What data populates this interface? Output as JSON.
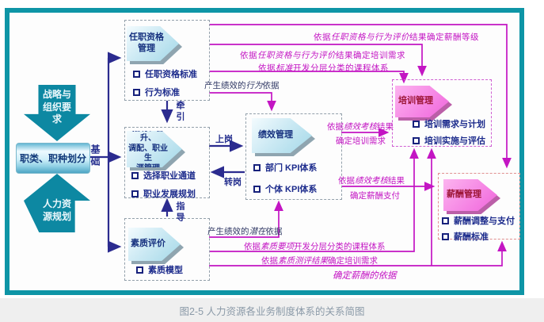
{
  "caption": "图2-5 人力资源各业务制度体系的关系简图",
  "left_flow": {
    "strategy_arrow": "战略与\n组织要\n求",
    "job_division": "职类、职种划分",
    "hr_planning": "人力资\n源规划",
    "foundation_label": "基础"
  },
  "boxes": {
    "qualification": {
      "title": "任职资格\n管理",
      "items": [
        "任职资格标准",
        "行为标准"
      ]
    },
    "recruitment": {
      "title": "招聘、晋升、\n调配、职业生\n涯管理",
      "items": [
        "选择职业通道",
        "职业发展规划"
      ]
    },
    "competency": {
      "title": "素质评价",
      "items": [
        "素质模型"
      ]
    },
    "performance": {
      "title": "绩效管理",
      "items": [
        "部门 KPI体系",
        "个体 KPI体系"
      ]
    },
    "training": {
      "title": "培训管理",
      "items": [
        "培训需求与计划",
        "培训实施与评估"
      ]
    },
    "compensation": {
      "title": "薪酬管理",
      "items": [
        "薪酬调整与支付",
        "薪酬标准"
      ]
    }
  },
  "connector_labels": {
    "qianyin": "牵引",
    "zhidao": "指导",
    "shanggang": "上岗",
    "zhuangang": "转岗"
  },
  "edge_labels": {
    "to_salary_grade": {
      "runs": [
        {
          "t": "依据"
        },
        {
          "t": "任职资格与行为评价",
          "i": true
        },
        {
          "t": "结果确定薪酬等级"
        }
      ]
    },
    "to_training_needs": {
      "runs": [
        {
          "t": "依据"
        },
        {
          "t": "任职资格与行为评价",
          "i": true
        },
        {
          "t": "结果确定培训需求"
        }
      ]
    },
    "to_course_system": {
      "runs": [
        {
          "t": "依据"
        },
        {
          "t": "标准",
          "i": true
        },
        {
          "t": "开发分层分类的课程体系"
        }
      ]
    },
    "behavior_basis": {
      "runs": [
        {
          "t": "产生绩效的"
        },
        {
          "t": "行为",
          "i": true
        },
        {
          "t": "依据"
        }
      ]
    },
    "perf_training_1": {
      "runs": [
        {
          "t": "依据"
        },
        {
          "t": "绩效考核",
          "i": true
        },
        {
          "t": "结果"
        }
      ]
    },
    "perf_training_2": {
      "runs": [
        {
          "t": "确定培训需求"
        }
      ]
    },
    "perf_salary_1": {
      "runs": [
        {
          "t": "依据"
        },
        {
          "t": "绩效考核",
          "i": true
        },
        {
          "t": "结果"
        }
      ]
    },
    "perf_salary_2": {
      "runs": [
        {
          "t": "确定薪酬支付"
        }
      ]
    },
    "potential_basis": {
      "runs": [
        {
          "t": "产生绩效的"
        },
        {
          "t": "潜在",
          "i": true
        },
        {
          "t": "依据"
        }
      ]
    },
    "quality_course": {
      "runs": [
        {
          "t": "依据"
        },
        {
          "t": "素质要项",
          "i": true
        },
        {
          "t": "开发分层分类的课程体系"
        }
      ]
    },
    "quality_training": {
      "runs": [
        {
          "t": "依据"
        },
        {
          "t": "素质测评结果",
          "i": true
        },
        {
          "t": "确定培训需求"
        }
      ]
    },
    "salary_basis": {
      "runs": [
        {
          "t": "确定薪酬的依据",
          "i": true
        }
      ]
    }
  },
  "colors": {
    "frame_teal": "#0e95a6",
    "navy_line": "#2b2b8f",
    "magenta_line": "#c315c3",
    "blue_shape_fill": "#cdeaf4",
    "pink_shape_fill": "#f47ce2"
  }
}
